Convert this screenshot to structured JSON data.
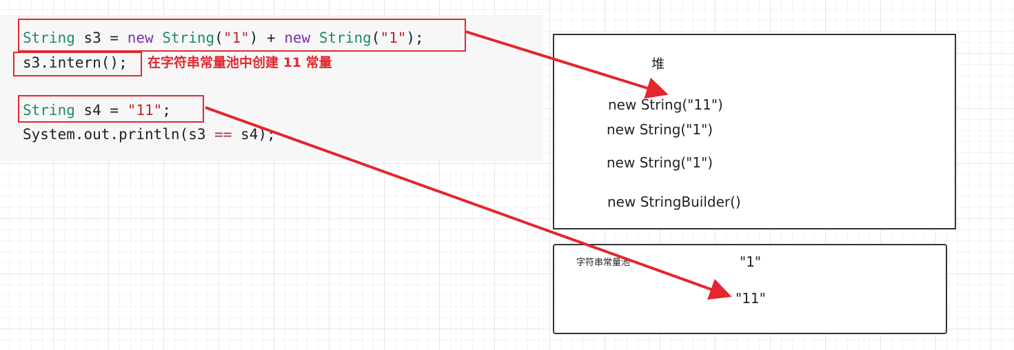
{
  "code": {
    "line1": {
      "type1": "String",
      "var": " s3 = ",
      "new1": "new",
      "type2": " String",
      "args1": "(",
      "str1": "\"1\"",
      "mid": ") + ",
      "new2": "new",
      "type3": " String",
      "args2": "(",
      "str2": "\"1\"",
      "end": ");"
    },
    "line2": "s3.intern();",
    "line3": {
      "type": "String",
      "var": " s4 = ",
      "str": "\"11\"",
      "end": ";"
    },
    "line4": {
      "pre": "System.out.println(s3 ",
      "op": "==",
      "post": " s4);"
    }
  },
  "annotation": "在字符串常量池中创建 11 常量",
  "heap": {
    "title": "堆",
    "items": [
      "new String(\"11\")",
      "new String(\"1\")",
      "new String(\"1\")",
      "new StringBuilder()"
    ]
  },
  "pool": {
    "title": "字符串常量池",
    "items": [
      "\"1\"",
      "\"11\""
    ]
  },
  "colors": {
    "highlight": "#e3262f",
    "border": "#333333"
  }
}
